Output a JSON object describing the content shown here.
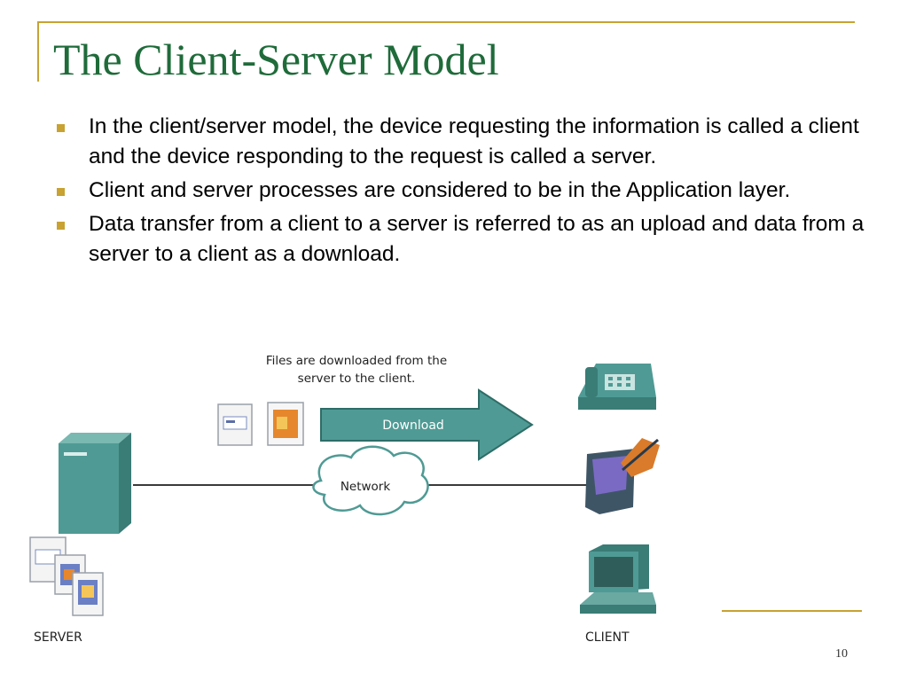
{
  "slide": {
    "title": "The Client-Server Model",
    "page_number": "10",
    "accent_color": "#c8a232",
    "title_color": "#1f6b3a"
  },
  "bullets": [
    "In the client/server model, the device requesting the information is called a client and the device responding to the request is called a server.",
    "Client and server processes are considered to be in the Application layer.",
    "Data transfer from a client to a server is referred to as an upload and data from a server to a client as a download."
  ],
  "diagram": {
    "caption_line1": "Files are downloaded from the",
    "caption_line2": "server to the client.",
    "arrow_label": "Download",
    "cloud_label": "Network",
    "server_label": "SERVER",
    "client_label": "CLIENT",
    "device_color": "#4f9a94",
    "icons": [
      "server-icon",
      "file-icon",
      "phone-icon",
      "pda-icon",
      "computer-icon",
      "network-cloud-icon",
      "download-arrow-icon"
    ]
  }
}
